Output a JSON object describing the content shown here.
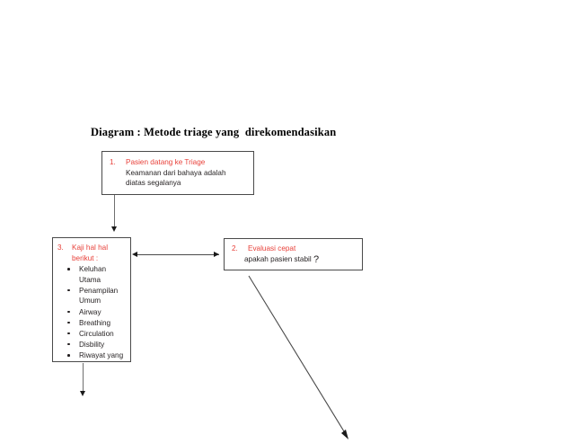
{
  "title": "Diagram : Metode triage yang  direkomendasikan",
  "colors": {
    "accent_red": "#e8413a",
    "body_text": "#231f20",
    "box_border": "#4a4a4a",
    "connector": "#6f6f6f",
    "background": "#ffffff"
  },
  "nodes": {
    "node1": {
      "number": "1.",
      "heading": "Pasien  datang ke Triage",
      "body": "Keamanan dari bahaya adalah diatas segalanya"
    },
    "node2": {
      "number": "2.",
      "heading": "Evaluasi cepat",
      "body": "apakah pasien stabil",
      "body_mark": "?"
    },
    "node3": {
      "number": "3.",
      "heading_line1": "Kaji hal hal",
      "heading_line2": "berikut :",
      "items": [
        "Keluhan Utama",
        "Penampilan Umum",
        "Airway",
        "Breathing",
        "Circulation",
        "Disbility",
        "Riwayat yang"
      ]
    }
  },
  "connectors": [
    {
      "name": "node1-to-node3",
      "type": "arrow-down"
    },
    {
      "name": "node3-to-node2",
      "type": "arrow-double-horizontal"
    },
    {
      "name": "node3-downward",
      "type": "arrow-down"
    },
    {
      "name": "node2-diagonal",
      "type": "arrow-diagonal"
    }
  ]
}
